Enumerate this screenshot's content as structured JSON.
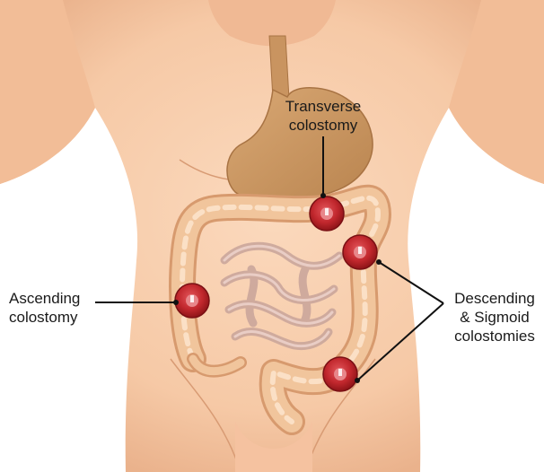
{
  "labels": {
    "transverse": {
      "line1": "Transverse",
      "line2": "colostomy"
    },
    "ascending": {
      "line1": "Ascending",
      "line2": "colostomy"
    },
    "descending": {
      "line1": "Descending",
      "line2": "& Sigmoid",
      "line3": "colostomies"
    }
  },
  "colors": {
    "skin": "#f6c9a6",
    "skin_shadow": "#e8ad86",
    "stomach": "#cf9a63",
    "colon": "#f1c59c",
    "small_intestine": "#e7b3a2",
    "stoma": "#c1272d",
    "leader_line": "#111111"
  }
}
